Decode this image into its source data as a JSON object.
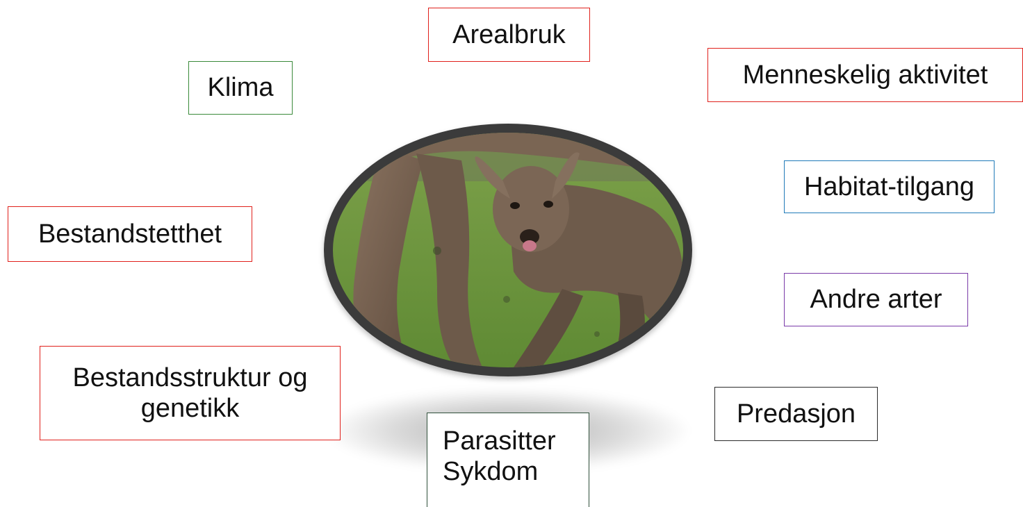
{
  "diagram": {
    "central_image": {
      "icon": "deer-fawn-photo"
    },
    "factors": [
      {
        "id": "arealbruk",
        "lines": [
          "Arealbruk"
        ],
        "border_color": "#e0201b"
      },
      {
        "id": "klima",
        "lines": [
          "Klima"
        ],
        "border_color": "#3a8a3a"
      },
      {
        "id": "menneskelig-aktivitet",
        "lines": [
          "Menneskelig aktivitet"
        ],
        "border_color": "#e0201b"
      },
      {
        "id": "habitat-tilgang",
        "lines": [
          "Habitat-tilgang"
        ],
        "border_color": "#1f7ab8"
      },
      {
        "id": "bestandstetthet",
        "lines": [
          "Bestandstetthet"
        ],
        "border_color": "#e0201b"
      },
      {
        "id": "andre-arter",
        "lines": [
          "Andre arter"
        ],
        "border_color": "#7a3aa8"
      },
      {
        "id": "bestandsstruktur",
        "lines": [
          "Bestandsstruktur og",
          "genetikk"
        ],
        "border_color": "#e0201b"
      },
      {
        "id": "predasjon",
        "lines": [
          "Predasjon"
        ],
        "border_color": "#2a2a2a"
      },
      {
        "id": "parasitter",
        "lines": [
          "Parasitter",
          "Sykdom"
        ],
        "border_color": "#2f4f3a"
      }
    ]
  }
}
